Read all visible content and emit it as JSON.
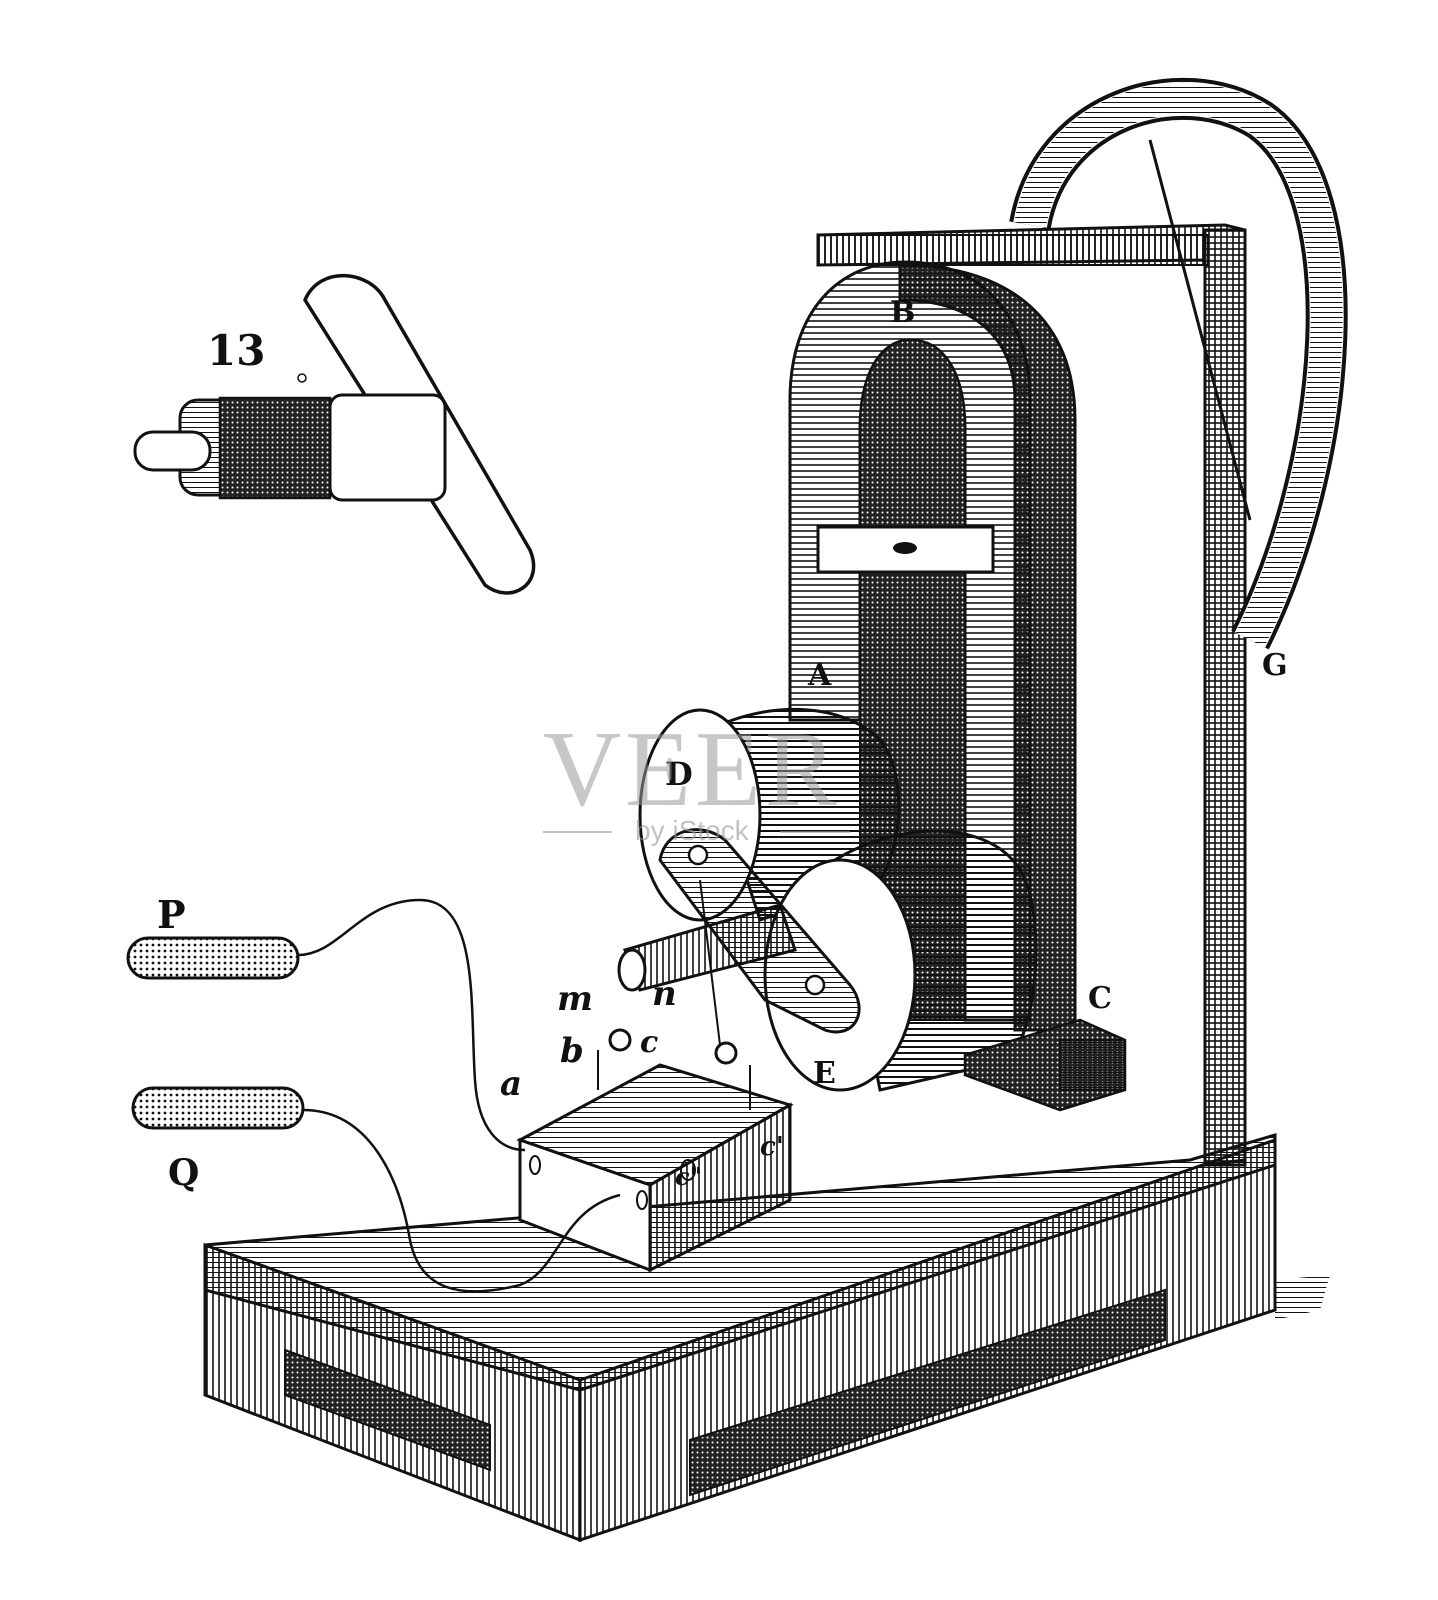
{
  "figure_number": "13",
  "labels": {
    "A": "A",
    "B": "B",
    "C": "C",
    "D": "D",
    "E": "E",
    "G": "G",
    "P": "P",
    "Q": "Q",
    "a": "a",
    "b": "b",
    "c": "c",
    "m": "m",
    "n": "n",
    "c_prime": "c'",
    "c_doubleprime": "c\""
  },
  "watermark": {
    "main": "VEER",
    "sub": "by iStock"
  },
  "colors": {
    "ink": "#111111",
    "paper": "#ffffff",
    "watermark": "#9a9a9a"
  }
}
